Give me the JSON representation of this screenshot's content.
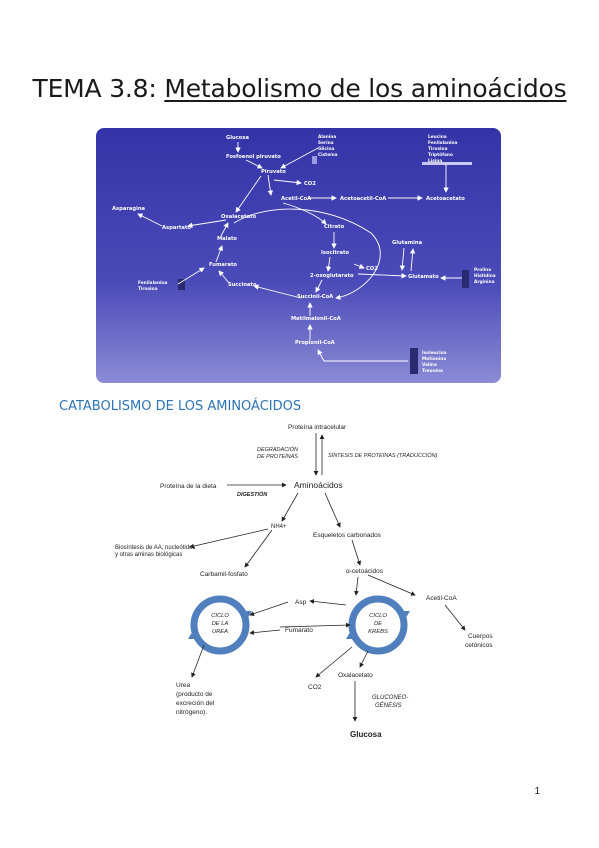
{
  "title_prefix": "TEMA 3.8: ",
  "title_main": "Metabolismo de los aminoácidos",
  "section_heading": "CATABOLISMO DE LOS AMINOÁCIDOS",
  "page_number": "1",
  "fig1": {
    "nodes": [
      "Glucosa",
      "Fosfoenol piruvato",
      "Piruvato",
      "CO2",
      "Acetil-CoA",
      "Acetoacetil-CoA",
      "Acetoacetato",
      "Oxalacetato",
      "Citrato",
      "Isocitrato",
      "2-oxoglutarato",
      "Succinil-CoA",
      "Succinato",
      "Fumarato",
      "Malato",
      "Aspartato",
      "Asparagina",
      "Glutamato",
      "Glutamina",
      "Metilmalonil-CoA",
      "Propionil-CoA"
    ],
    "groups": {
      "pyruvate_aa": [
        "Alanina",
        "Serina",
        "Glicina",
        "Cisteína"
      ],
      "ketogenic_aa": [
        "Leucina",
        "Fenilalanina",
        "Tirosina",
        "Triptófano",
        "Lisina"
      ],
      "fumarate_aa": [
        "Fenilalanina",
        "Tirosina"
      ],
      "glutamate_aa": [
        "Prolina",
        "Histidina",
        "Arginina"
      ],
      "propionyl_aa": [
        "Isoleucina",
        "Metionina",
        "Valina",
        "Treonina"
      ]
    }
  },
  "fig2": {
    "proteina_intracelular": "Proteína intracelular",
    "degradacion": [
      "DEGRADACIÓN",
      "DE PROTEÍNAS"
    ],
    "sintesis": "SÍNTESIS DE PROTEÍNAS (TRADUCCIÓN)",
    "proteina_dieta": "Proteína de la dieta",
    "digestion": "DIGESTIÓN",
    "aminoacidos": "Aminoácidos",
    "nh4": "NH4+",
    "esqueletos": "Esqueletos carbonados",
    "biosintesis": [
      "Biosíntesis de AA, nucleótidos",
      "y otras aminas biológicas"
    ],
    "carbamil": "Carbamil-fosfato",
    "cetoacidos": "α-cetoácidos",
    "acetil": "Acetil-CoA",
    "asp": "Asp",
    "ciclo_urea": [
      "CICLO",
      "DE LA",
      "UREA"
    ],
    "ciclo_krebs": [
      "CICLO",
      "DE",
      "KREBS"
    ],
    "fumarato": "Fumarato",
    "cuerpos": [
      "Cuerpos",
      "cetónicos"
    ],
    "urea": [
      "Urea",
      "(producto de",
      "excreción del",
      "nitrógeno)."
    ],
    "co2": "CO2",
    "oxalacetato": "Oxalacetato",
    "gluconeo": [
      "GLUCONEO-",
      "GÉNESIS"
    ],
    "glucosa": "Glucosa"
  }
}
